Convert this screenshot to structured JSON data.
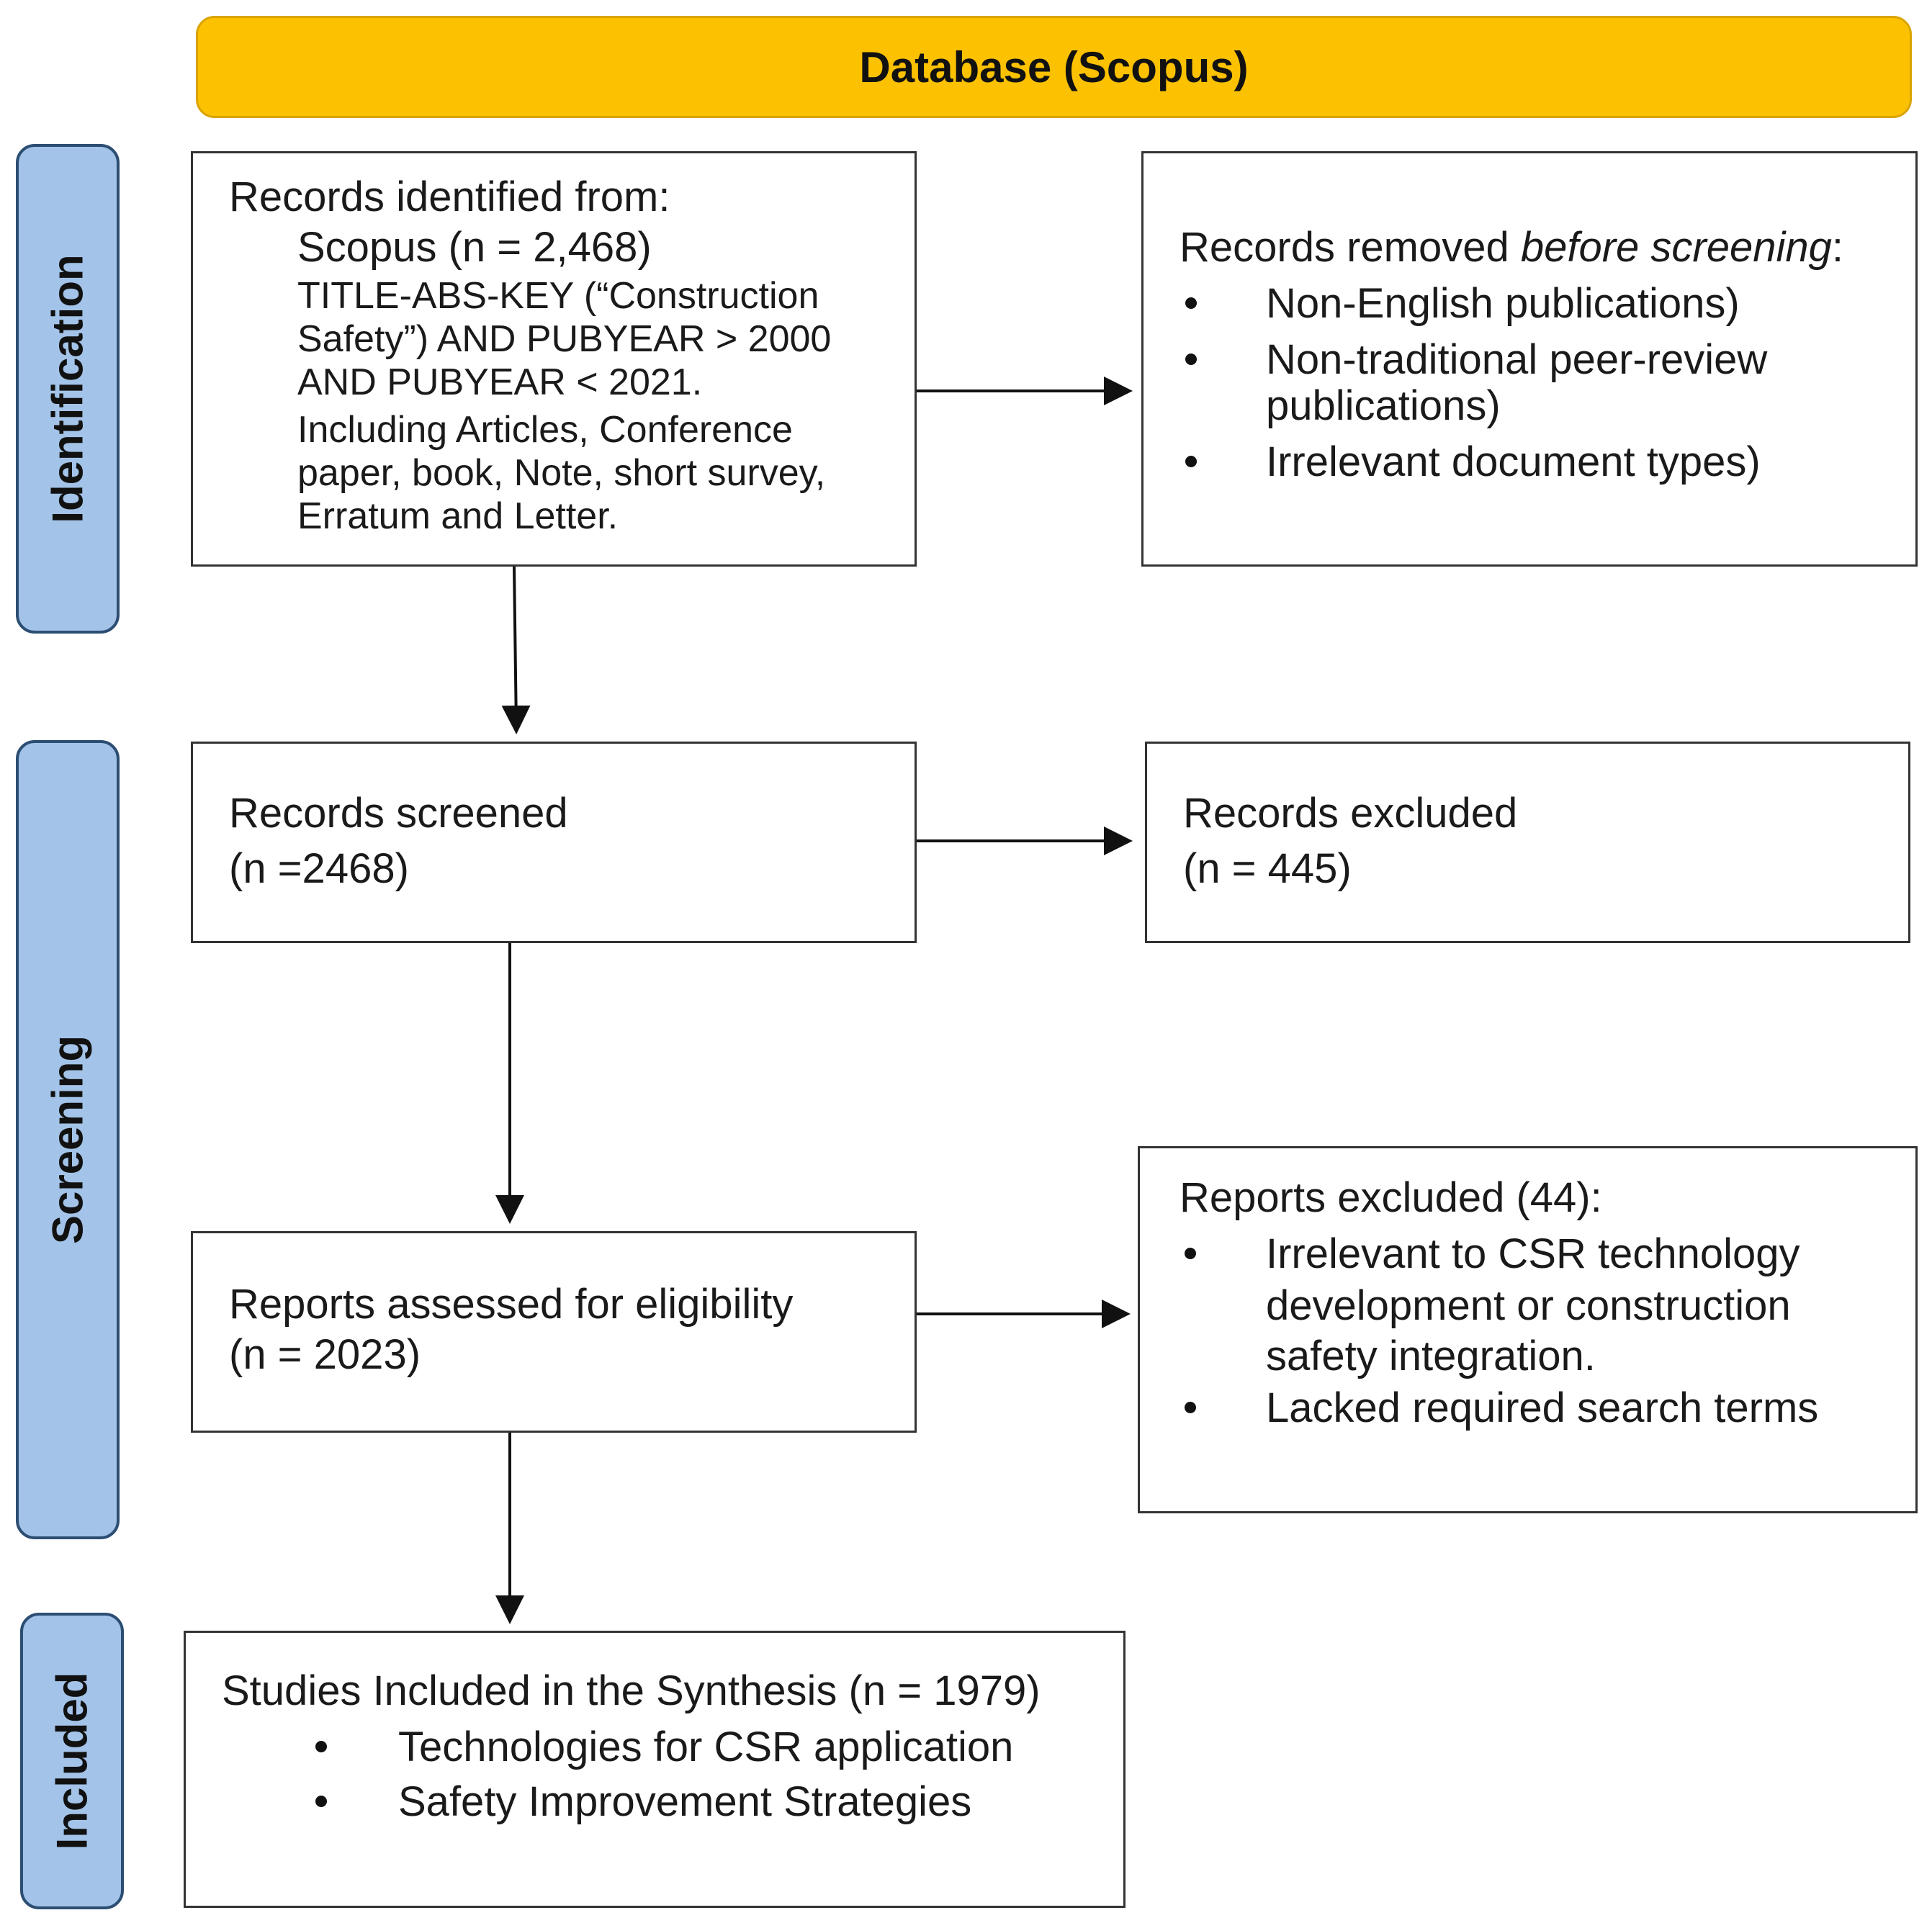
{
  "header": {
    "title": "Database (Scopus)"
  },
  "stages": {
    "identification": "Identification",
    "screening": "Screening",
    "included": "Included"
  },
  "identified": {
    "heading": "Records identified from:",
    "source": "Scopus (n = 2,468)",
    "query_lines": [
      "TITLE-ABS-KEY (“Construction",
      "Safety”) AND PUBYEAR > 2000",
      "AND PUBYEAR < 2021.",
      "Including Articles, Conference",
      "paper, book, Note, short survey,",
      "Erratum and Letter."
    ]
  },
  "removed": {
    "heading_prefix": "Records removed ",
    "heading_italic": "before screening",
    "heading_suffix": ":",
    "items": [
      [
        "Non-English publications)"
      ],
      [
        "Non-traditional peer-review",
        "publications)"
      ],
      [
        "Irrelevant document types)"
      ]
    ]
  },
  "screened": {
    "line1": "Records screened",
    "line2": "(n =2468)"
  },
  "excluded": {
    "line1": "Records excluded",
    "line2": "(n = 445)"
  },
  "assessed": {
    "line1": "Reports assessed for eligibility",
    "line2": "(n = 2023)"
  },
  "reports_excluded": {
    "heading": "Reports excluded (44):",
    "items": [
      [
        "Irrelevant to CSR technology",
        "development or construction",
        "safety integration."
      ],
      [
        "Lacked required search terms"
      ]
    ]
  },
  "included": {
    "heading": "Studies Included in the Synthesis (n = 1979)",
    "items": [
      "Technologies for CSR application",
      "Safety Improvement Strategies"
    ]
  }
}
